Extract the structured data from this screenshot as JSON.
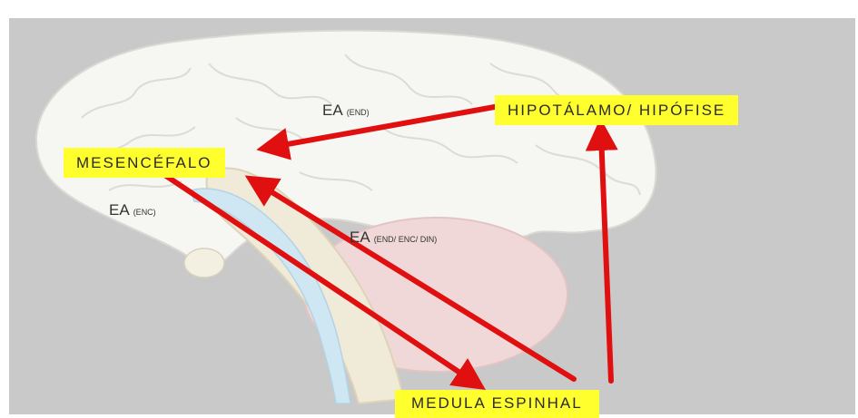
{
  "labels": {
    "hipotalamo": "HIPOTÁLAMO/ HIPÓFISE",
    "mesencefalo": "MESENCÉFALO",
    "medula": "MEDULA ESPINHAL"
  },
  "edge_labels": {
    "top": {
      "main": "EA",
      "sub": "(END)"
    },
    "left": {
      "main": "EA",
      "sub": "(ENC)"
    },
    "center": {
      "main": "EA",
      "sub": "(END/ ENC/ DIN)"
    }
  },
  "colors": {
    "background": "#c9c9c9",
    "label_fill": "#ffff2e",
    "arrow": "#e01010"
  }
}
